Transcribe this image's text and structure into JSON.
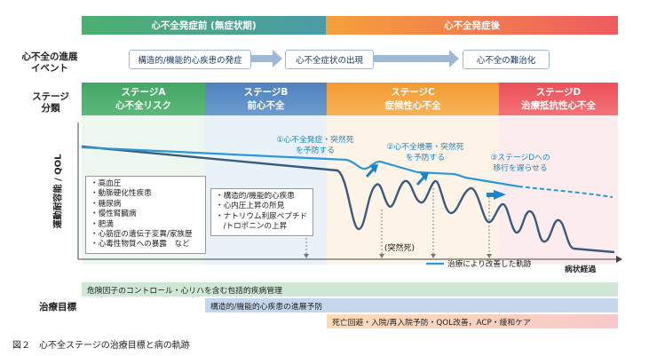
{
  "phases": {
    "before": "心不全発症前 (無症状期)",
    "after": "心不全発症後"
  },
  "row_labels": {
    "events": [
      "心不全の進展",
      "イベント"
    ],
    "stage": [
      "ステージ",
      "分類"
    ],
    "treatment": "治療目標"
  },
  "events": [
    "構造的/機能的心疾患の発症",
    "心不全症状の出現",
    "心不全の難治化"
  ],
  "stages": [
    {
      "name": "ステージA",
      "desc": "心不全リスク"
    },
    {
      "name": "ステージB",
      "desc": "前心不全"
    },
    {
      "name": "ステージC",
      "desc": "症候性心不全"
    },
    {
      "name": "ステージD",
      "desc": "治療抵抗性心不全"
    }
  ],
  "y_axis": "運動耐容能 / QOL",
  "risk_factors": [
    "・高血圧",
    "・動脈硬化性疾患",
    "・糖尿病",
    "・慢性腎臓病",
    "・肥満",
    "・心筋症の遺伝子変異/家族歴",
    "・心毒性物質への暴露　など"
  ],
  "stage_b_findings": [
    "・構造的/機能的心疾患",
    "・心内圧上昇の所見",
    "・ナトリウム利尿ペプチド",
    "　/トロポニンの上昇"
  ],
  "annotations": [
    [
      "①心不全発症・突然死",
      "を予防する"
    ],
    [
      "②心不全増悪・突然死",
      "を予防する"
    ],
    [
      "③ステージDへの",
      "移行を遅らせる"
    ]
  ],
  "sudden_death": "(突然死)",
  "legend": "治療により改善した軌跡",
  "x_axis": "病状経過",
  "treatment_bars": [
    "危険因子のコントロール・心リハを含む包括的疾病管理",
    "構造的/機能的心疾患の進展予防",
    "死亡回避・入院/再入院予防・QOL改善，ACP・緩和ケア"
  ],
  "caption": "図２　心不全ステージの治療目標と病の軌跡",
  "colors": {
    "green": "#4caf6e",
    "blue": "#5f8ec3",
    "orange": "#f5a13a",
    "red": "#ee5b60",
    "accent": "#1a86c8",
    "course_line": "#3a5a7f"
  }
}
